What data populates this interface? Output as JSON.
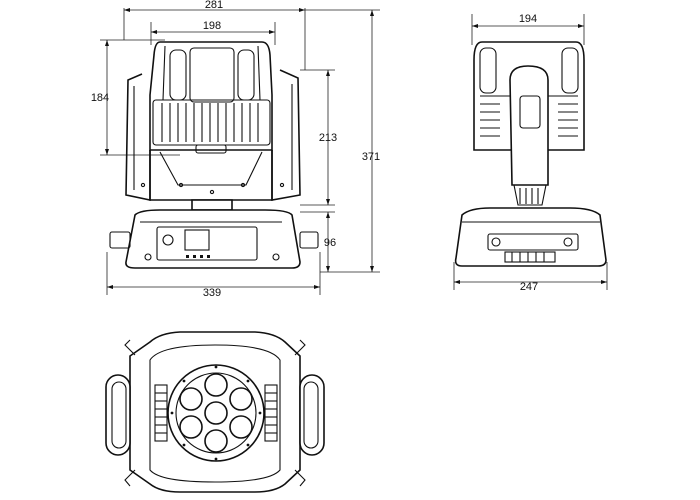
{
  "dimensions": {
    "front_head_width": "281",
    "front_lens_width": "198",
    "front_head_height": "184",
    "front_arm_height": "213",
    "total_height": "371",
    "base_height": "96",
    "base_width": "339",
    "side_head_width": "194",
    "side_base_width": "247"
  },
  "colors": {
    "line": "#111111",
    "background": "#ffffff"
  }
}
